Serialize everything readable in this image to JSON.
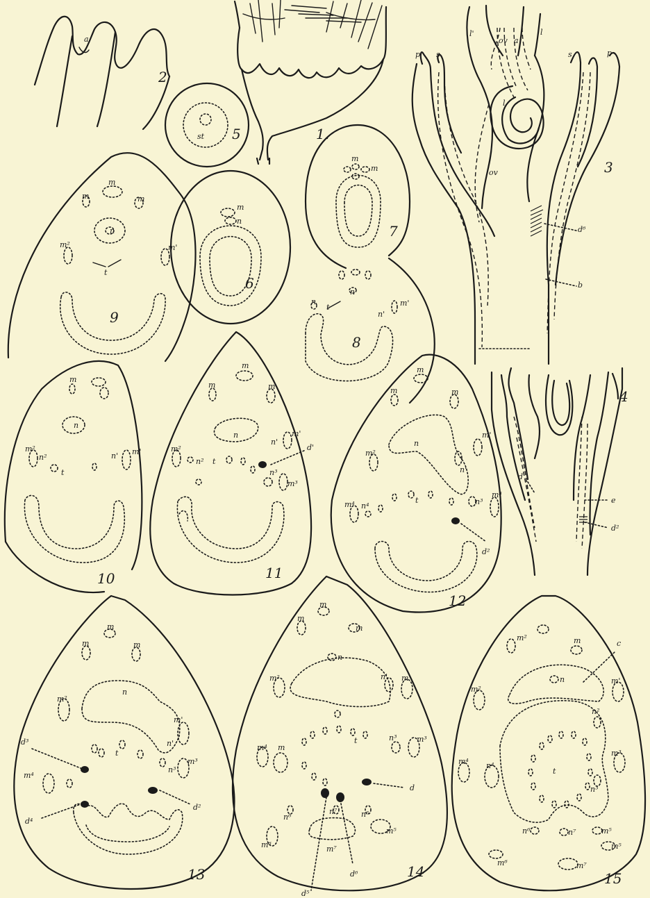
{
  "figures": {
    "f1": "1.",
    "f2": "2",
    "f3": "3",
    "f4": "4",
    "f5": "5",
    "f6": "6",
    "f7": "7",
    "f8": "8",
    "f9": "9",
    "f10": "10",
    "f11": "11",
    "f12": "12",
    "f13": "13",
    "f14": "14",
    "f15": "15"
  },
  "labels": {
    "a": "a",
    "m": "m",
    "n": "n",
    "st": "st",
    "t": "t",
    "p": "p",
    "s": "s",
    "l": "l",
    "l1": "l'",
    "b": "b",
    "c": "c",
    "e": "e",
    "d": "d",
    "ov": "ov",
    "m1": "m'",
    "m2": "m²",
    "m3": "m³",
    "m4": "m⁴",
    "m5": "m⁵",
    "m6": "m⁶",
    "m7": "m⁷",
    "n1": "n'",
    "n2": "n²",
    "n3": "n³",
    "n4": "n⁴",
    "n5": "n⁵",
    "n6": "n⁶",
    "n7": "n⁷",
    "d1": "d'",
    "d2": "d²",
    "d3": "d³",
    "d4": "d⁴",
    "d5": "d⁵",
    "d6": "d⁶"
  }
}
